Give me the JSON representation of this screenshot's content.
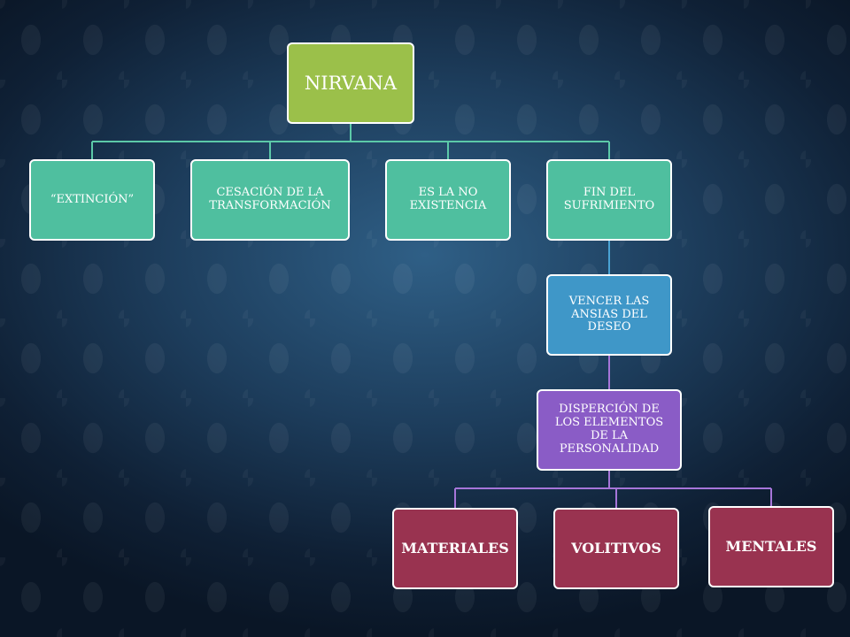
{
  "diagram": {
    "nodes": {
      "nirvana": "NIRVANA",
      "extincion": "“EXTINCIÓN”",
      "cesacion": "CESACIÓN DE LA TRANSFORMACIÓN",
      "no_existencia": "ES LA NO EXISTENCIA",
      "fin_sufrimiento": "FIN DEL SUFRIMIENTO",
      "vencer": "VENCER LAS ANSIAS DEL DESEO",
      "dispercion": "DISPERCIÓN DE LOS ELEMENTOS DE LA PERSONALIDAD",
      "materiales": "MATERIALES",
      "volitivos": "VOLITIVOS",
      "mentales": "MENTALES"
    },
    "colors": {
      "level1": "#9bc04a",
      "level2": "#4fbf9f",
      "level3": "#3f97c8",
      "level4": "#8a5cc6",
      "level5": "#993350"
    }
  }
}
